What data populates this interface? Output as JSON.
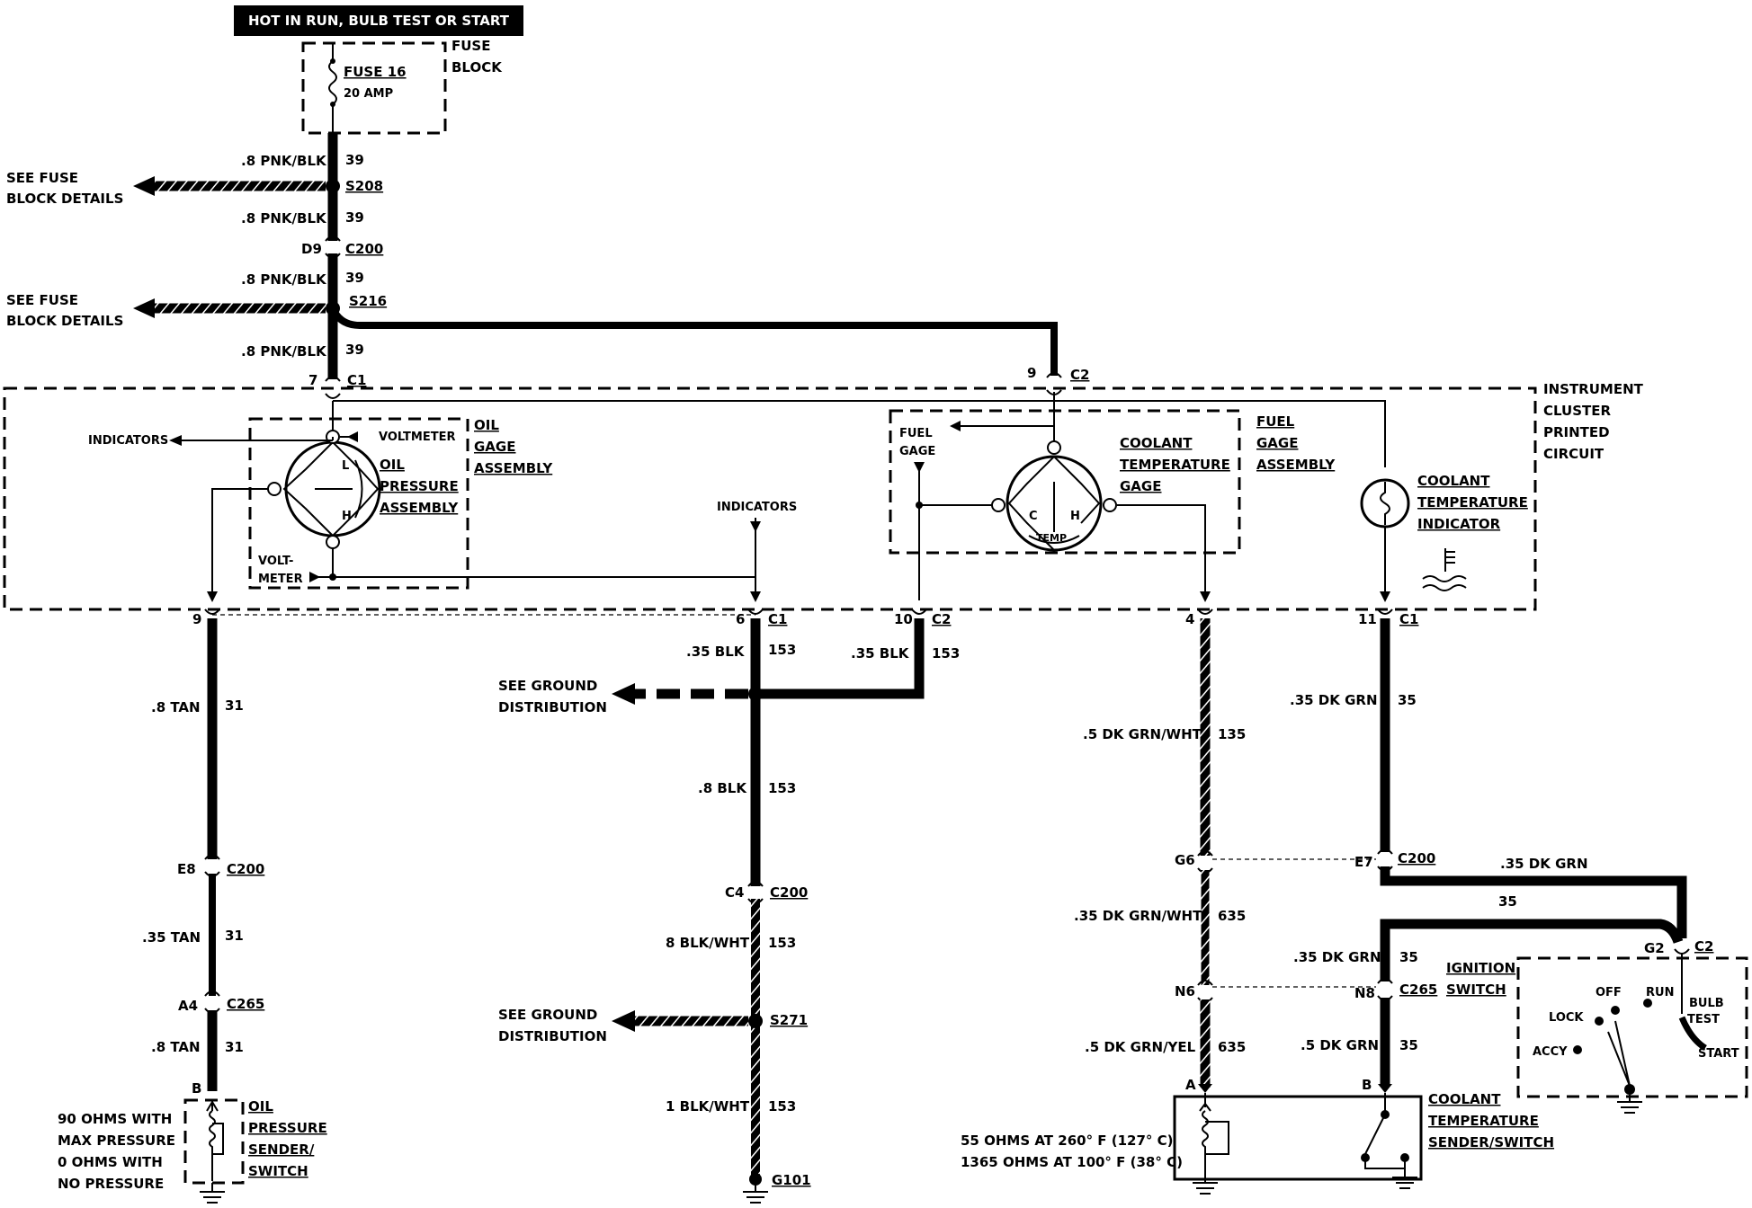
{
  "header": {
    "power_label": "HOT IN RUN, BULB TEST OR START"
  },
  "fuse_block": {
    "fuse_name": "FUSE 16",
    "fuse_rating": "20 AMP",
    "box_label_1": "FUSE",
    "box_label_2": "BLOCK"
  },
  "feed": {
    "wire_label": ".8 PNK/BLK",
    "circuit": "39",
    "splice_1": "S208",
    "splice_2": "S216",
    "conn_pin_1": "D9",
    "conn_1": "C200",
    "conn_pin_2": "7",
    "conn_2": "C1",
    "conn_pin_3": "9",
    "conn_3": "C2"
  },
  "see_fuse": {
    "line1": "SEE FUSE",
    "line2": "BLOCK DETAILS"
  },
  "cluster": {
    "line1": "INSTRUMENT",
    "line2": "CLUSTER",
    "line3": "PRINTED",
    "line4": "CIRCUIT"
  },
  "oil_gage": {
    "indicators": "INDICATORS",
    "voltmeter_top": "VOLTMETER",
    "volt_1": "VOLT-",
    "volt_2": "METER",
    "gage_1": "OIL",
    "gage_2": "GAGE",
    "gage_3": "ASSEMBLY",
    "press_1": "OIL",
    "press_2": "PRESSURE",
    "press_3": "ASSEMBLY",
    "low": "L",
    "high": "H"
  },
  "fuel_gage": {
    "fuel_1": "FUEL",
    "fuel_2": "GAGE",
    "box_1": "FUEL",
    "box_2": "GAGE",
    "box_3": "ASSEMBLY",
    "cool_1": "COOLANT",
    "cool_2": "TEMPERATURE",
    "cool_3": "GAGE",
    "c": "C",
    "h": "H",
    "temp": "TEMP"
  },
  "coolant_indicator": {
    "line1": "COOLANT",
    "line2": "TEMPERATURE",
    "line3": "INDICATOR"
  },
  "indicators_mid": "INDICATORS",
  "oil_branch": {
    "pin_top": "9",
    "wire_1": ".8 TAN",
    "wire_2": ".35 TAN",
    "wire_3": ".8 TAN",
    "circuit": "31",
    "pin_e8": "E8",
    "conn_c200": "C200",
    "pin_a4": "A4",
    "conn_c265": "C265",
    "pin_b": "B",
    "note_1": "90 OHMS WITH",
    "note_2": "MAX PRESSURE",
    "note_3": "0 OHMS WITH",
    "note_4": "NO PRESSURE",
    "sender_1": "OIL",
    "sender_2": "PRESSURE",
    "sender_3": "SENDER/",
    "sender_4": "SWITCH"
  },
  "ground_branch": {
    "pin_6": "6",
    "conn_c1": "C1",
    "pin_10": "10",
    "conn_c2": "C2",
    "wire_blk": ".35 BLK",
    "circuit": "153",
    "see_ground_1": "SEE GROUND",
    "see_ground_2": "DISTRIBUTION",
    "wire_8blk": ".8 BLK",
    "pin_c4": "C4",
    "conn_c200": "C200",
    "wire_blkwht": "8 BLK/WHT",
    "splice": "S271",
    "wire_1blkwht": "1 BLK/WHT",
    "ground": "G101"
  },
  "temp_branch": {
    "pin_4": "4",
    "wire_1": ".5 DK GRN/WHT",
    "circuit_1": "135",
    "pin_g6": "G6",
    "wire_2": ".35 DK GRN/WHT",
    "circuit_2": "635",
    "pin_n6": "N6",
    "wire_3": ".5 DK GRN/YEL",
    "pin_a": "A",
    "ohms_1": "55 OHMS AT 260° F (127° C)",
    "ohms_2": "1365 OHMS AT 100° F (38° C)"
  },
  "indicator_branch": {
    "pin_11": "11",
    "conn_c1": "C1",
    "wire_1": ".35 DK GRN",
    "circuit": "35",
    "pin_e7": "E7",
    "conn_c200": "C200",
    "pin_g2": "G2",
    "conn_c2": "C2",
    "pin_n8": "N8",
    "conn_c265": "C265",
    "wire_3": ".5 DK GRN",
    "pin_b": "B",
    "sender_1": "COOLANT",
    "sender_2": "TEMPERATURE",
    "sender_3": "SENDER/SWITCH"
  },
  "ignition": {
    "title_1": "IGNITION",
    "title_2": "SWITCH",
    "off": "OFF",
    "run": "RUN",
    "bulb_1": "BULB",
    "bulb_2": "TEST",
    "lock": "LOCK",
    "accy": "ACCY",
    "start": "START"
  }
}
